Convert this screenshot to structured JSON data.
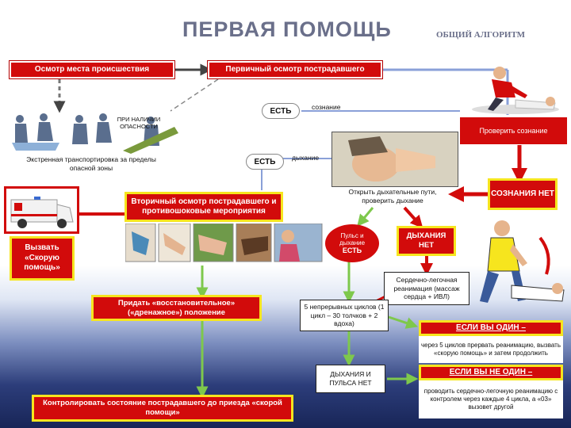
{
  "header": {
    "title": "ПЕРВАЯ ПОМОЩЬ",
    "subtitle": "ОБЩИЙ АЛГОРИТМ"
  },
  "boxes": {
    "scene_inspection": "Осмотр места происшествия",
    "primary_inspection": "Первичный осмотр пострадавшего",
    "check_consciousness": "Проверить сознание",
    "consciousness_no": "СОЗНАНИЯ НЕТ",
    "secondary_inspection": "Вторичный осмотр пострадавшего и противошоковые мероприятия",
    "call_ambulance": "Вызвать «Скорую помощь»",
    "open_airway": "Открыть дыхательные пути, проверить дыхание",
    "pulse_breath_yes_line1": "Пульс и",
    "pulse_breath_yes_line2": "дыхание",
    "pulse_breath_yes_line3": "ЕСТЬ",
    "breathing_no": "ДЫХАНИЯ НЕТ",
    "cpr": "Сердечно-легочная реанимация (массаж сердца + ИВЛ)",
    "recovery_position": "Придать «восстановительное» («дренажное») положение",
    "five_cycles": "5 непрерывных циклов (1 цикл – 30 толчков + 2 вдоха)",
    "no_breath_pulse": "ДЫХАНИЯ И ПУЛЬСА НЕТ",
    "monitor_until_ambulance": "Контролировать состояние пострадавшего до приезда «скорой помощи»",
    "alone_title": "ЕСЛИ ВЫ ОДИН –",
    "alone_text": "через 5 циклов прервать реанимацию, вызвать «скорую помощь» и затем продолжить",
    "not_alone_title": "ЕСЛИ ВЫ НЕ ОДИН –",
    "not_alone_text": "проводить сердечно-легочную реанимацию с контролем через каждые 4 цикла, а «03» вызовет другой"
  },
  "labels": {
    "has1": "ЕСТЬ",
    "consciousness": "сознание",
    "has2": "ЕСТЬ",
    "breathing": "дыхание",
    "if_danger": "ПРИ НАЛИЧИИ ОПАСНОСТИ",
    "emergency_transport": "Экстренная транспортировка за пределы опасной зоны"
  },
  "colors": {
    "red": "#d20b0b",
    "yellow": "#f6e51e",
    "line_blue": "#8aa0d8",
    "line_green": "#7ec84c",
    "line_red": "#d20b0b",
    "title_gray": "#6a6f8a"
  }
}
